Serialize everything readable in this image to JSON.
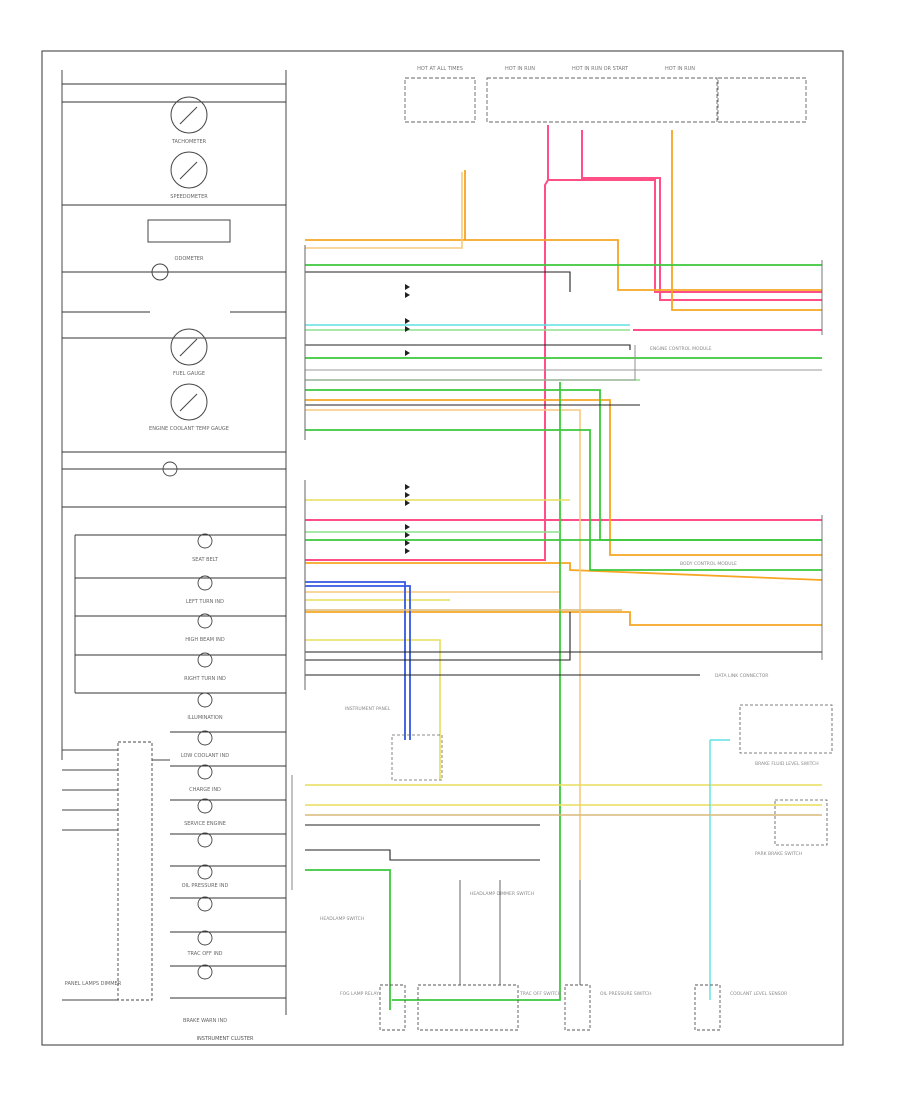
{
  "diagram": {
    "title": "Instrument Cluster Wiring Diagram (1 of 2)",
    "footer_left": "",
    "cluster_label": "INSTRUMENT CLUSTER",
    "gauges": [
      {
        "label": "TACHOMETER"
      },
      {
        "label": "SPEEDOMETER"
      },
      {
        "label": "ODOMETER"
      },
      {
        "label": "FUEL GAUGE"
      },
      {
        "label": "ENGINE COOLANT TEMP GAUGE"
      }
    ],
    "indicators": [
      {
        "label": "SEAT BELT"
      },
      {
        "label": "LEFT TURN IND"
      },
      {
        "label": "HIGH BEAM IND"
      },
      {
        "label": "RIGHT TURN IND"
      },
      {
        "label": "ILLUMINATION"
      },
      {
        "label": "LOW COOLANT IND"
      },
      {
        "label": "CHARGE IND"
      },
      {
        "label": "SERVICE ENGINE"
      },
      {
        "label": "OIL PRESSURE IND"
      },
      {
        "label": "TRAC OFF IND"
      },
      {
        "label": "BRAKE WARN IND"
      }
    ],
    "panel_lamps_label": "PANEL LAMPS DIMMER",
    "fuse_boxes": [
      {
        "label": "HOT AT ALL TIMES"
      },
      {
        "label": "HOT IN RUN"
      },
      {
        "label": "HOT IN RUN OR START"
      },
      {
        "label": "HOT IN RUN"
      }
    ],
    "connectors": [
      {
        "label": "ENGINE CONTROL MODULE"
      },
      {
        "label": "BODY CONTROL MODULE"
      },
      {
        "label": "DATA LINK CONNECTOR"
      },
      {
        "label": "INSTRUMENT PANEL"
      }
    ],
    "right_components": [
      {
        "label": "BRAKE FLUID LEVEL SWITCH"
      },
      {
        "label": "PARK BRAKE SWITCH"
      },
      {
        "label": "COOLANT LEVEL SENSOR"
      }
    ],
    "bottom_components": [
      {
        "label": "HEADLAMP SWITCH"
      },
      {
        "label": "FOG LAMP RELAY"
      },
      {
        "label": "OIL PRESSURE SWITCH"
      },
      {
        "label": "HEADLAMP DIMMER SWITCH"
      },
      {
        "label": "TRAC OFF SWITCH"
      }
    ],
    "wire_colors": {
      "pink": "#ff4f86",
      "orange": "#f5a623",
      "light_orange": "#f7c97f",
      "green": "#3cc83c",
      "light_green": "#8ee08e",
      "yellow": "#e8de5a",
      "blue": "#3557e0",
      "cyan": "#5fe0e0",
      "red": "#ff2c3a",
      "tan": "#d9b97a",
      "black": "#222222",
      "gray": "#999999"
    }
  }
}
